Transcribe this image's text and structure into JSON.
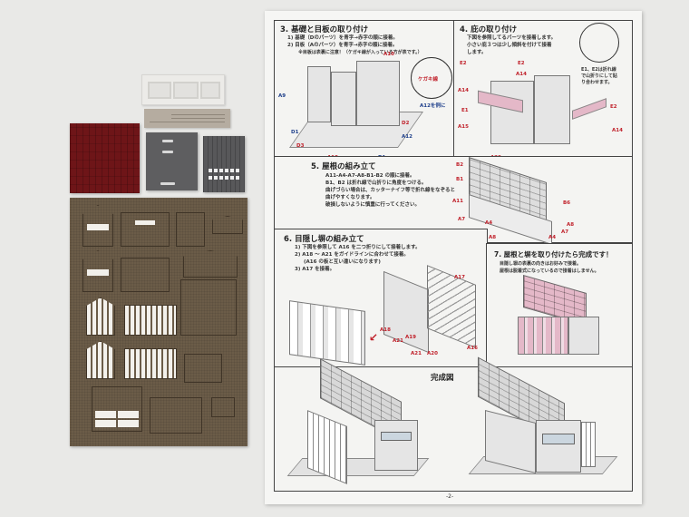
{
  "scene": {
    "description": "Paper-craft shed kit pieces beside a printed instruction sheet (page 2)",
    "background_color": "#e9e9e7"
  },
  "kit_pieces": {
    "items": [
      {
        "name": "window-frame-piece",
        "color": "#ecebe8"
      },
      {
        "name": "trim-strip-piece",
        "color": "#b5aca0"
      },
      {
        "name": "red-roof-sheet",
        "color": "#6e1518"
      },
      {
        "name": "gray-foundation-sheet",
        "color": "#5e5e60"
      },
      {
        "name": "gray-detail-sheet",
        "color": "#58585a"
      },
      {
        "name": "brown-wall-sheet",
        "color": "#6b5c48"
      }
    ]
  },
  "instructions": {
    "page_number": "-2-",
    "step3": {
      "title": "3. 基礎と目板の取り付け",
      "lines": [
        "1) 基礎（Dのパーツ）を青字→赤字の順に接着。",
        "2) 目板（Aのパーツ）を青字→赤字の順に接着。",
        "※目板は表裏に注意！（ケガキ線が入っている方が表です。）"
      ],
      "labels": [
        "A9",
        "A10",
        "D1",
        "D2",
        "D3",
        "A12",
        "A13",
        "D3",
        "D1"
      ],
      "inset_labels": [
        "ケガキ線",
        "A12を例に"
      ]
    },
    "step4": {
      "title": "4. 庇の取り付け",
      "lines": [
        "下図を参照してるパーツを接着します。",
        "小さい庇３つは少し傾斜を付けて接着",
        "します。"
      ],
      "labels": [
        "E2",
        "E2",
        "A14",
        "A14",
        "E1",
        "A15",
        "E2",
        "A14",
        "A22"
      ],
      "note_lines": [
        "E1、E2は折れ線",
        "で山折りにして貼",
        "り合わせます。"
      ]
    },
    "step5": {
      "title": "5. 屋根の組み立て",
      "lines": [
        "A11-A4-A7-A8-B1-B2 の順に接着。",
        "B1、B2 は折れ線で山折りに角度をつける。",
        "曲げづらい場合は、カッターナイフ等で折れ線をなぞると",
        "曲げやすくなります。",
        "破損しないように慎重に行ってください。"
      ],
      "labels": [
        "B2",
        "B1",
        "A11",
        "A7",
        "A4",
        "A8",
        "A4",
        "A7",
        "A8",
        "B6"
      ]
    },
    "step6": {
      "title": "6. 目隠し塀の組み立て",
      "lines": [
        "1) 下図を参照して A16 を二つ折りにして接着します。",
        "2) A18 〜 A21 をガイドラインに合わせて接着。",
        "(A16 の板と互い違いになります)",
        "3) A17 を接着。"
      ],
      "labels": [
        "A17",
        "A18",
        "A21",
        "A19",
        "A21",
        "A20",
        "A16"
      ]
    },
    "step7": {
      "title": "7. 屋根と塀を取り付けたら完成です！",
      "lines": [
        "目隠し塀の表裏の向きはお好みで接着。",
        "屋根は脱着式になっているので接着はしません。"
      ]
    },
    "completed": {
      "title": "完成図"
    }
  }
}
